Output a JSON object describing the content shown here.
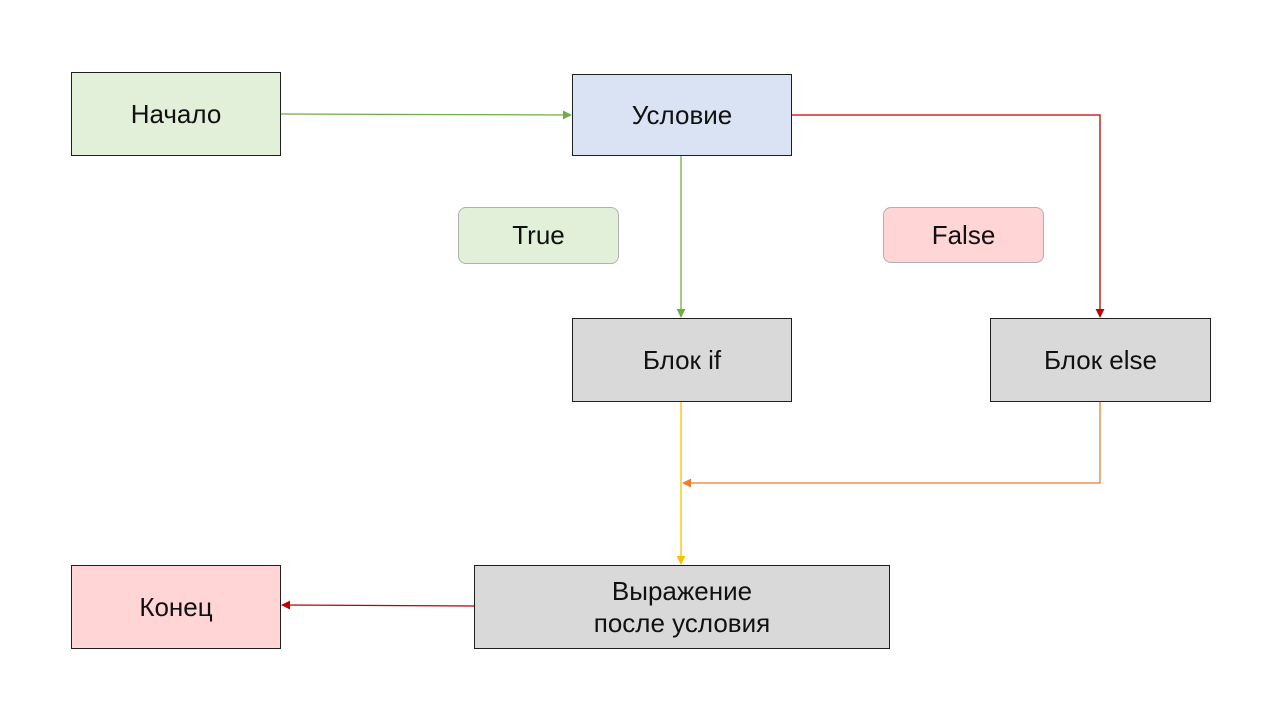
{
  "nodes": {
    "start": "Начало",
    "condition": "Условие",
    "if_block": "Блок if",
    "else_block": "Блок else",
    "after_line1": "Выражение",
    "after_line2": "после условия",
    "end": "Конец"
  },
  "labels": {
    "true": "True",
    "false": "False"
  },
  "colors": {
    "green_fill": "#e2efd9",
    "blue_fill": "#dae3f3",
    "grey_fill": "#d9d9d9",
    "pink_fill": "#ffd5d5",
    "green_arrow": "#70ad47",
    "red_arrow": "#c00000",
    "yellow_arrow": "#ffc000",
    "orange_arrow": "#ed7d31"
  }
}
